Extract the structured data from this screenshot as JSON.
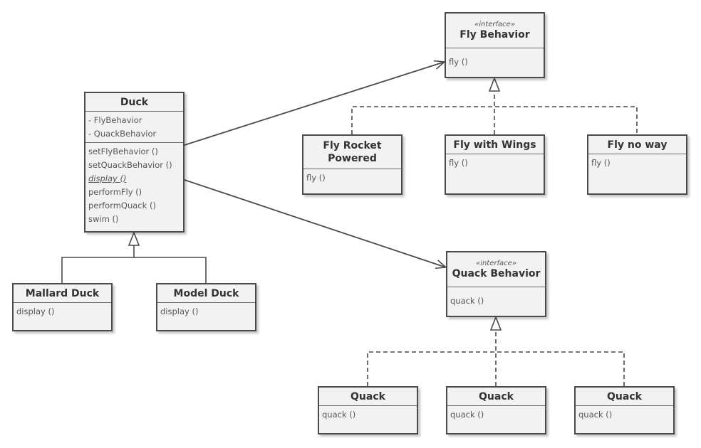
{
  "classes": {
    "duck": {
      "name": "Duck",
      "attributes": [
        "- FlyBehavior",
        "- QuackBehavior"
      ],
      "methods": [
        "setFlyBehavior ()",
        "setQuackBehavior ()",
        "display ()",
        "performFly ()",
        "performQuack ()",
        "swim ()"
      ]
    },
    "mallard_duck": {
      "name": "Mallard Duck",
      "methods": [
        "display ()"
      ]
    },
    "model_duck": {
      "name": "Model Duck",
      "methods": [
        "display ()"
      ]
    },
    "fly_behavior": {
      "stereotype": "«interface»",
      "name": "Fly Behavior",
      "methods": [
        "fly ()"
      ]
    },
    "fly_rocket_powered": {
      "name_lines": [
        "Fly Rocket",
        "Powered"
      ],
      "methods": [
        "fly ()"
      ]
    },
    "fly_with_wings": {
      "name": "Fly with Wings",
      "methods": [
        "fly ()"
      ]
    },
    "fly_no_way": {
      "name": "Fly no way",
      "methods": [
        "fly ()"
      ]
    },
    "quack_behavior": {
      "stereotype": "«interface»",
      "name": "Quack Behavior",
      "methods": [
        "quack ()"
      ]
    },
    "quack_1": {
      "name": "Quack",
      "methods": [
        "quack ()"
      ]
    },
    "quack_2": {
      "name": "Quack",
      "methods": [
        "quack ()"
      ]
    },
    "quack_3": {
      "name": "Quack",
      "methods": [
        "quack ()"
      ]
    }
  },
  "colors": {
    "box_fill": "#f2f2f2",
    "line": "#4a4a4a"
  },
  "relations": [
    {
      "type": "association",
      "from": "duck",
      "to": "fly_behavior"
    },
    {
      "type": "association",
      "from": "duck",
      "to": "quack_behavior"
    },
    {
      "type": "generalization",
      "from": "mallard_duck",
      "to": "duck"
    },
    {
      "type": "generalization",
      "from": "model_duck",
      "to": "duck"
    },
    {
      "type": "realization",
      "from": "fly_rocket_powered",
      "to": "fly_behavior"
    },
    {
      "type": "realization",
      "from": "fly_with_wings",
      "to": "fly_behavior"
    },
    {
      "type": "realization",
      "from": "fly_no_way",
      "to": "fly_behavior"
    },
    {
      "type": "realization",
      "from": "quack_1",
      "to": "quack_behavior"
    },
    {
      "type": "realization",
      "from": "quack_2",
      "to": "quack_behavior"
    },
    {
      "type": "realization",
      "from": "quack_3",
      "to": "quack_behavior"
    }
  ]
}
